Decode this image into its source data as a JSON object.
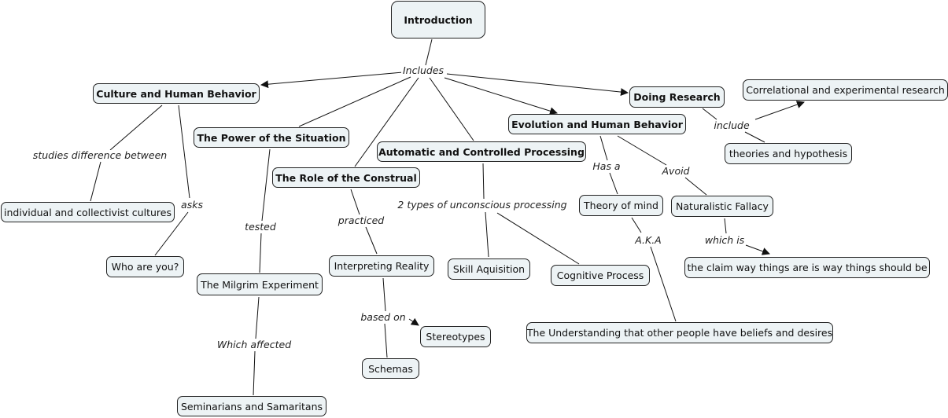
{
  "concept_map": {
    "concepts": {
      "introduction": "Introduction",
      "culture": "Culture and Human Behavior",
      "power_situation": "The Power of the Situation",
      "construal": "The Role of the Construal",
      "auto_controlled": "Automatic and Controlled Processing",
      "evolution": "Evolution and Human Behavior",
      "doing_research": "Doing Research",
      "correlational": "Correlational and experimental research",
      "theories": "theories and hypothesis",
      "indiv_collect": "individual and collectivist cultures",
      "who_are_you": "Who are you?",
      "milgrim": "The Milgrim Experiment",
      "seminarians": "Seminarians and Samaritans",
      "interpreting": "Interpreting Reality",
      "stereotypes": "Stereotypes",
      "schemas": "Schemas",
      "skill": "Skill Aquisition",
      "cognitive": "Cognitive Process",
      "theory_mind": "Theory of mind",
      "naturalistic": "Naturalistic Fallacy",
      "claim": "the claim way things are is way things should be",
      "understanding": "The Understanding that other people have beliefs and desires"
    },
    "linking_phrases": {
      "includes": "Includes",
      "studies_diff": "studies difference between",
      "asks": "asks",
      "tested": "tested",
      "which_affected": "Which affected",
      "practiced": "practiced",
      "based_on": "based on",
      "two_types": "2 types of unconscious processing",
      "has_a": "Has a",
      "aka": "A.K.A",
      "avoid": "Avoid",
      "which_is": "which is",
      "include": "include"
    },
    "colors": {
      "node_fill": "#edf3f5",
      "node_border": "#222222",
      "line": "#111111"
    }
  }
}
